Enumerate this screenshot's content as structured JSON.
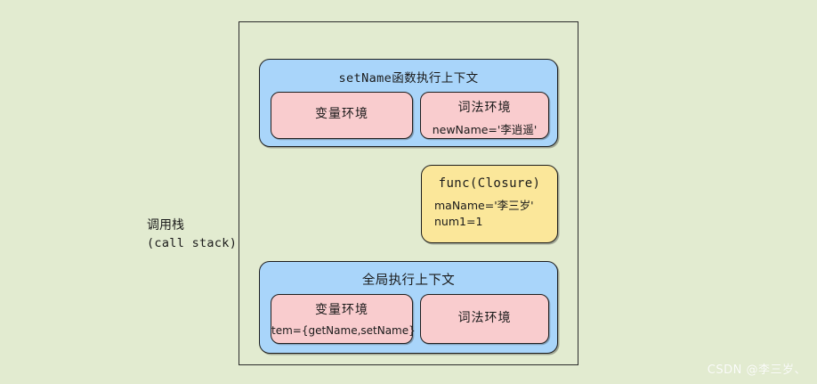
{
  "colors": {
    "background": "#e2ebd0",
    "context_blue": "#a9d5fa",
    "closure_yellow": "#fbe79a",
    "environment_pink": "#f9ccce",
    "stroke": "#1e1e1e"
  },
  "call_stack": {
    "label_cn": "调用栈",
    "label_en": "(call stack)"
  },
  "frames": [
    {
      "id": "setname",
      "title": "setName函数执行上下文",
      "type": "execution-context",
      "environments": [
        {
          "id": "variable",
          "title": "变量环境",
          "detail": ""
        },
        {
          "id": "lexical",
          "title": "词法环境",
          "detail": "newName='李逍遥'"
        }
      ]
    },
    {
      "id": "closure",
      "title": "func(Closure)",
      "type": "closure",
      "entries": [
        "maName='李三岁'",
        "num1=1"
      ]
    },
    {
      "id": "global",
      "title": "全局执行上下文",
      "type": "execution-context",
      "environments": [
        {
          "id": "variable",
          "title": "变量环境",
          "detail": "tem={getName,setName}"
        },
        {
          "id": "lexical",
          "title": "词法环境",
          "detail": ""
        }
      ]
    }
  ],
  "watermark": "CSDN @李三岁、"
}
